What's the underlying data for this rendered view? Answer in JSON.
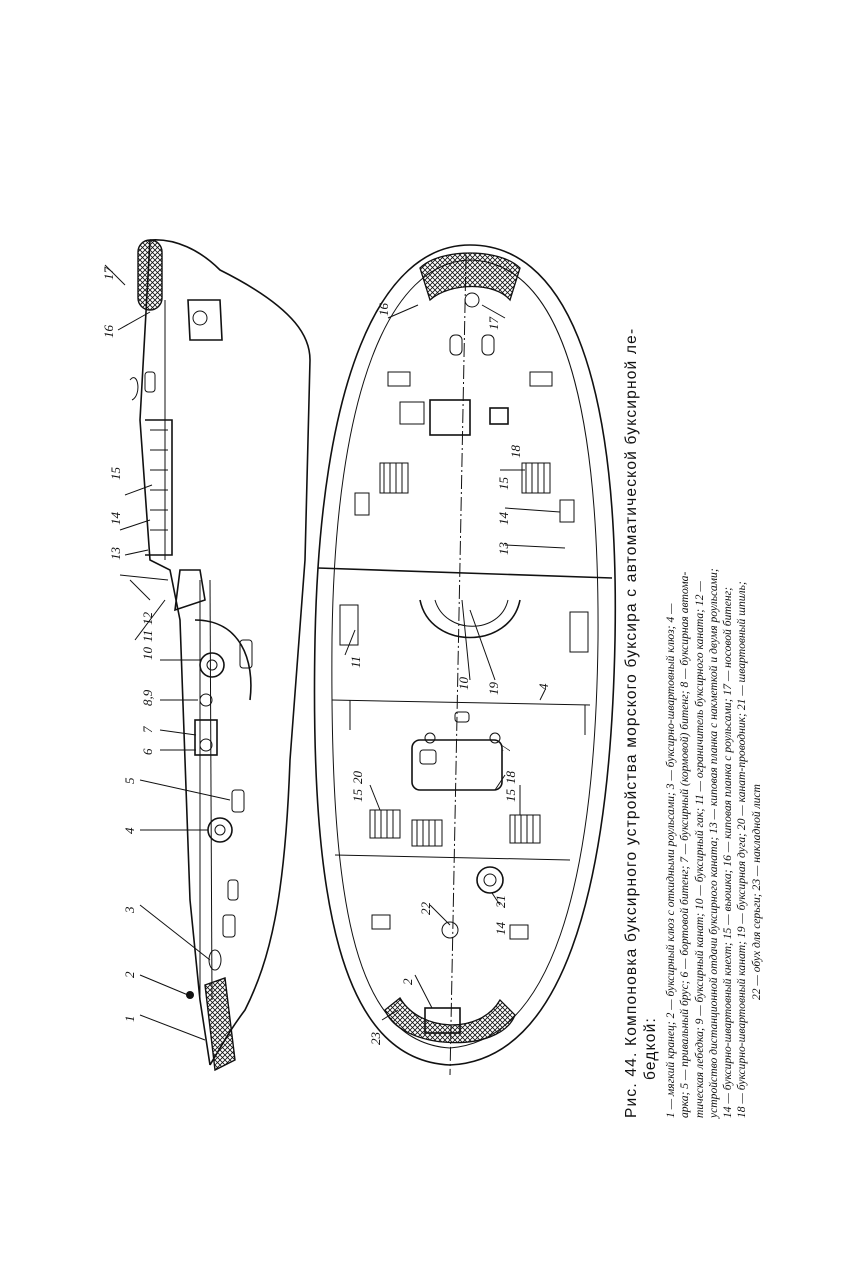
{
  "figure": {
    "title_line1": "Рис. 44. Компоновка буксирного устройства морского буксира с автоматической буксирной ле-",
    "title_line2": "бедкой:",
    "legend": [
      "1 — мягкий кранец; 2 — буксирный клюз с откидными роульсами; 3 — буксирно-швартовный клюз; 4 —",
      "арка; 5 — привальный брус; 6 — бортовой битенг; 7 — буксирный (кормовой) битенг; 8 — буксирная автома-",
      "тическая лебедка; 9 — буксирный канат; 10 — буксирный гак; 11 — ограничитель буксирного каната; 12 —",
      "устройство дистанционной отдачи буксирного каната; 13 — киповая планка с накметкой и двумя роульсами;",
      "14 — буксирно-швартовный кнехт; 15 — вьюшка; 16 — киповая планка с роульсами; 17 — носовой битенг;",
      "18 — буксирно-швартовный канат; 19 — буксирная дуга; 20 — канат-проводник; 21 — швартовный шпиль;",
      "22 — обух для серьги; 23 — накладной лист"
    ],
    "side_view_labels": [
      "1",
      "2",
      "3",
      "4",
      "5",
      "6",
      "7",
      "8,9",
      "10",
      "11",
      "12",
      "13",
      "14",
      "15",
      "16",
      "17"
    ],
    "plan_view_labels": [
      "23",
      "2",
      "22",
      "14",
      "21",
      "15",
      "20",
      "15",
      "18",
      "7",
      "4",
      "19",
      "10",
      "11",
      "13",
      "14",
      "15",
      "18",
      "16",
      "17"
    ]
  }
}
